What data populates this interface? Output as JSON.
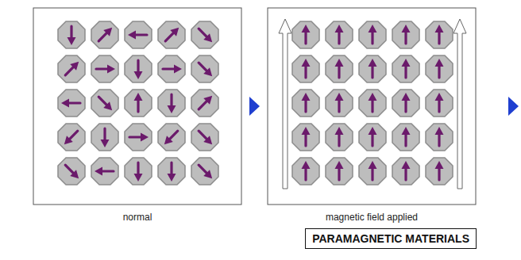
{
  "diagram": {
    "nodes": [
      {
        "text": [
          "PARAMAGNETIC MATERIALS"
        ]
      }
    ],
    "labels": [
      "normal",
      "magnetic field applied"
    ]
  }
}
